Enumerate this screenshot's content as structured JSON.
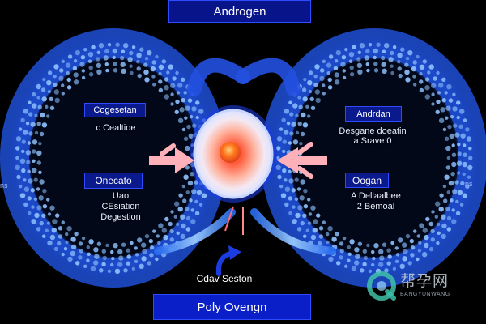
{
  "title": "Androgen",
  "footer": "Poly Ovengn",
  "center_caption": "Cdav Seston",
  "left": {
    "label_top": "Cogesetan",
    "note_top": "c Cealtioe",
    "label_bottom": "Onecato",
    "note_bottom": [
      "Uao",
      "CEsiation",
      "Degestion"
    ]
  },
  "right": {
    "label_top": "Andrdan",
    "note_top": [
      "Desgane doeatin",
      "a Srave 0"
    ],
    "label_bottom": "Oogan",
    "note_bottom": [
      "A Dellaalbee",
      "2 Bemoal"
    ]
  },
  "edge_labels": {
    "left": "ns",
    "right": "ns"
  },
  "watermark": {
    "chinese": "帮孕网",
    "latin": "BANGYUNWANG"
  },
  "colors": {
    "background": "#000000",
    "label_box": "#0a1a8c",
    "ring": "#1f4fd6",
    "cell": "#8fc3ff",
    "core": "#ff4a1a",
    "arrow": "#ffb0b8"
  }
}
